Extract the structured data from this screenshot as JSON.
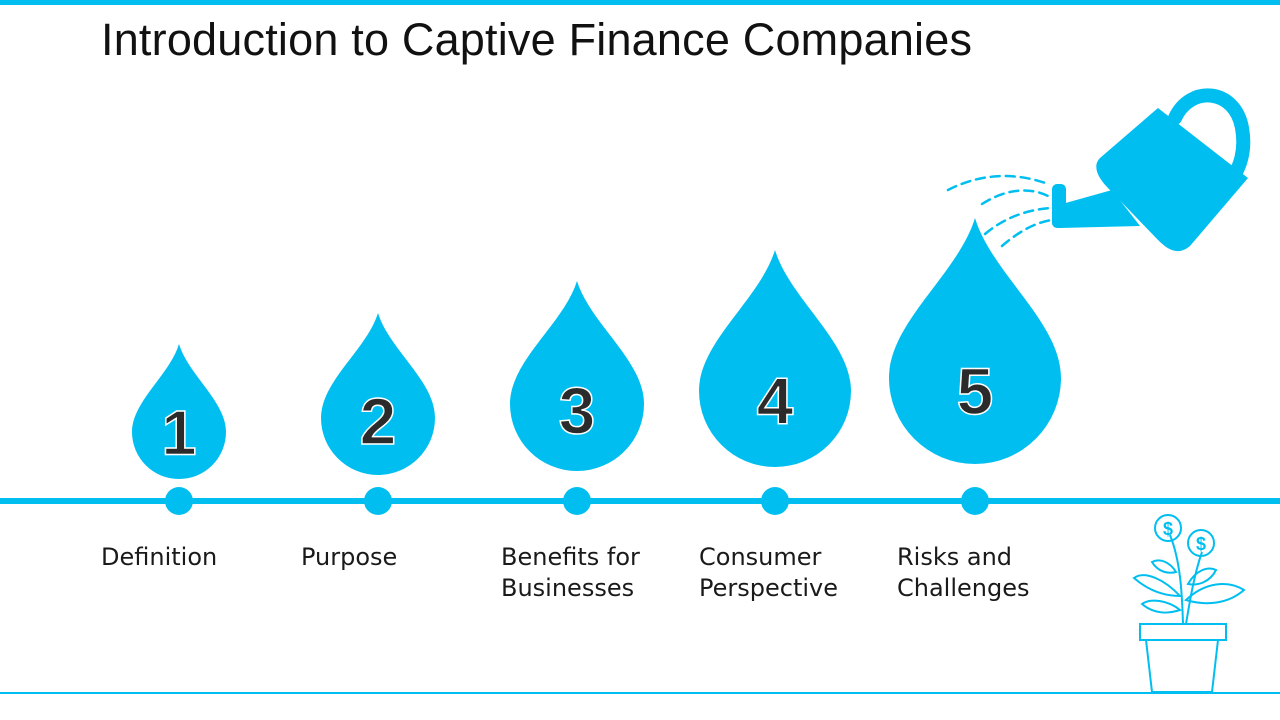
{
  "slide": {
    "title": "Introduction to Captive Finance Companies"
  },
  "steps": [
    {
      "number": "1",
      "label": "Definition"
    },
    {
      "number": "2",
      "label": "Purpose"
    },
    {
      "number": "3",
      "label": "Benefits for Businesses"
    },
    {
      "number": "4",
      "label": "Consumer Perspective"
    },
    {
      "number": "5",
      "label": "Risks and Challenges"
    }
  ],
  "icons": {
    "watering_can": "watering-can-icon",
    "money_plant": "money-plant-icon",
    "coin_symbol": "$"
  },
  "colors": {
    "accent": "#00bff0",
    "number_text": "#2b2b2b",
    "label_text": "#1a1a1a"
  }
}
